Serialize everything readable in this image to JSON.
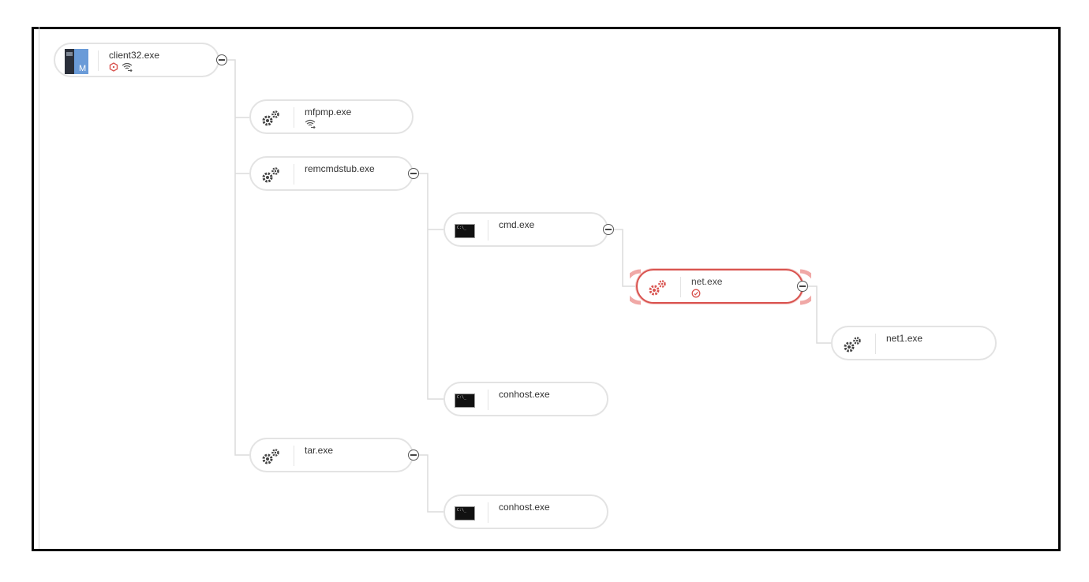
{
  "tree": {
    "nodes": [
      {
        "id": "client32",
        "label": "client32.exe",
        "icon": "mcafee-app-icon",
        "badges": [
          "hexagon-alert-icon",
          "network-icon"
        ],
        "collapsible": true
      },
      {
        "id": "mfpmp",
        "label": "mfpmp.exe",
        "icon": "gears-icon",
        "badges": [
          "network-icon"
        ],
        "collapsible": false
      },
      {
        "id": "remcmdstub",
        "label": "remcmdstub.exe",
        "icon": "gears-icon",
        "badges": [],
        "collapsible": true
      },
      {
        "id": "cmd",
        "label": "cmd.exe",
        "icon": "terminal-icon",
        "badges": [],
        "collapsible": true
      },
      {
        "id": "net",
        "label": "net.exe",
        "icon": "gears-icon",
        "badges": [
          "alert-circle-icon"
        ],
        "collapsible": true,
        "highlighted": true
      },
      {
        "id": "net1",
        "label": "net1.exe",
        "icon": "gears-icon",
        "badges": [],
        "collapsible": false
      },
      {
        "id": "conhost1",
        "label": "conhost.exe",
        "icon": "terminal-icon",
        "badges": [],
        "collapsible": false
      },
      {
        "id": "tar",
        "label": "tar.exe",
        "icon": "gears-icon",
        "badges": [],
        "collapsible": true
      },
      {
        "id": "conhost2",
        "label": "conhost.exe",
        "icon": "terminal-icon",
        "badges": [],
        "collapsible": false
      }
    ]
  },
  "terminal_text": "C:\\_",
  "colors": {
    "highlight": "#d9534f",
    "connector": "#dcdcdc",
    "node_border": "#e3e3e3"
  }
}
